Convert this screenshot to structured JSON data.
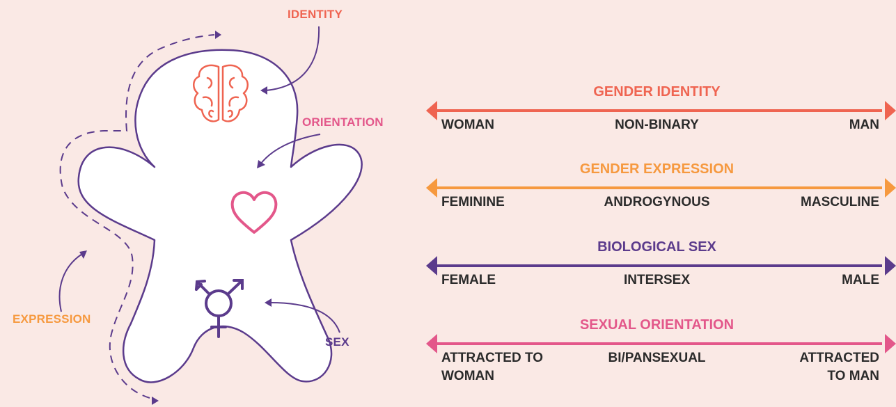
{
  "colors": {
    "background": "#fae9e5",
    "outline": "#5b3b8c",
    "identity": "#ef6451",
    "expression": "#f6993f",
    "sex": "#5b3b8c",
    "orientation": "#e3578a",
    "value_text": "#2b2b2b"
  },
  "figure": {
    "labels": {
      "identity": "IDENTITY",
      "orientation": "ORIENTATION",
      "expression": "EXPRESSION",
      "sex": "SEX"
    },
    "icons": [
      "brain-icon",
      "heart-icon",
      "transgender-symbol-icon"
    ]
  },
  "scales": [
    {
      "title": "GENDER IDENTITY",
      "left": "WOMAN",
      "middle": "NON-BINARY",
      "right": "MAN",
      "color": "#ef6451"
    },
    {
      "title": "GENDER EXPRESSION",
      "left": "FEMININE",
      "middle": "ANDROGYNOUS",
      "right": "MASCULINE",
      "color": "#f6993f"
    },
    {
      "title": "BIOLOGICAL SEX",
      "left": "FEMALE",
      "middle": "INTERSEX",
      "right": "MALE",
      "color": "#5b3b8c"
    },
    {
      "title": "SEXUAL ORIENTATION",
      "left": "ATTRACTED TO WOMAN",
      "middle": "BI/PANSEXUAL",
      "right": "ATTRACTED TO MAN",
      "color": "#e3578a"
    }
  ]
}
